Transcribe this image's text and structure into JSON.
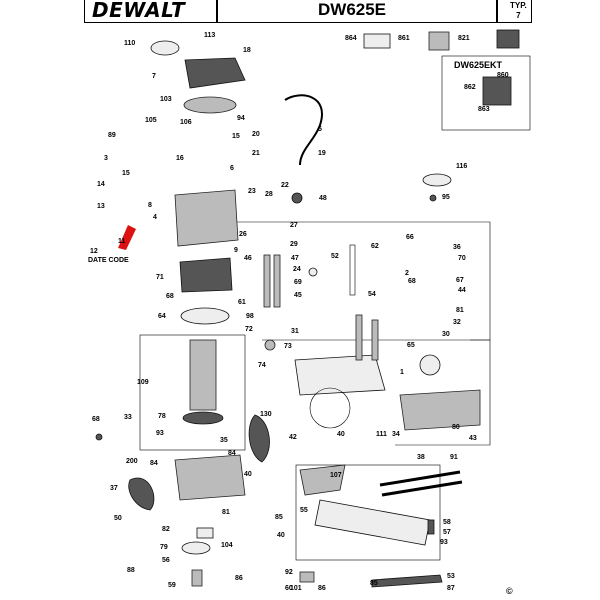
{
  "header": {
    "brand": "DEWALT",
    "model": "DW625E",
    "type_label": "TYP.",
    "type_value": "7",
    "kit_label": "DW625EKT"
  },
  "date_code_label": "DATE CODE",
  "copyright": "©",
  "part_numbers": [
    "113",
    "110",
    "18",
    "7",
    "864",
    "861",
    "821",
    "860",
    "862",
    "863",
    "103",
    "94",
    "105",
    "106",
    "89",
    "15",
    "20",
    "5",
    "3",
    "16",
    "6",
    "21",
    "19",
    "22",
    "116",
    "15",
    "14",
    "23",
    "48",
    "95",
    "13",
    "8",
    "4",
    "28",
    "27",
    "26",
    "29",
    "66",
    "36",
    "12",
    "11",
    "9",
    "62",
    "46",
    "47",
    "52",
    "70",
    "71",
    "24",
    "2",
    "44",
    "69",
    "67",
    "45",
    "68",
    "54",
    "68",
    "61",
    "98",
    "31",
    "64",
    "81",
    "32",
    "72",
    "73",
    "65",
    "30",
    "109",
    "74",
    "1",
    "78",
    "68",
    "33",
    "93",
    "35",
    "130",
    "34",
    "40",
    "111",
    "80",
    "43",
    "200",
    "107",
    "38",
    "91",
    "84",
    "84",
    "37",
    "42",
    "40",
    "85",
    "50",
    "81",
    "40",
    "55",
    "82",
    "79",
    "58",
    "104",
    "56",
    "57",
    "93",
    "88",
    "86",
    "59",
    "92",
    "60",
    "53",
    "85",
    "87",
    "101",
    "86"
  ]
}
